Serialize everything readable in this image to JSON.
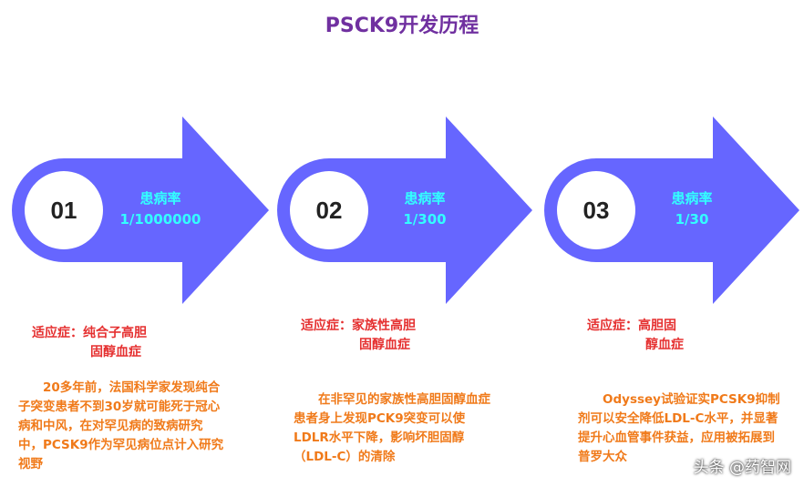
{
  "title": "PSCK9开发历程",
  "steps": [
    {
      "number": "01",
      "rate_label": "患病率",
      "rate_value": "1/1000000",
      "indication_label": "适应症：",
      "indication_line1": "纯合子高胆",
      "indication_line2": "固醇血症",
      "description": "20多年前，法国科学家发现纯合子突变患者不到30岁就可能死于冠心病和中风，在对罕见病的致病研究中，PCSK9作为罕见病位点计入研究视野"
    },
    {
      "number": "02",
      "rate_label": "患病率",
      "rate_value": "1/300",
      "indication_label": "适应症：",
      "indication_line1": "家族性高胆",
      "indication_line2": "固醇血症",
      "description": "在非罕见的家族性高胆固醇血症患者身上发现PCK9突变可以使LDLR水平下降，影响坏胆固醇（LDL-C）的清除"
    },
    {
      "number": "03",
      "rate_label": "患病率",
      "rate_value": "1/30",
      "indication_label": "适应症：",
      "indication_line1": "高胆固",
      "indication_line2": "醇血症",
      "description": "Odyssey试验证实PCSK9抑制剂可以安全降低LDL-C水平，并显著提升心血管事件获益，应用被拓展到普罗大众"
    }
  ],
  "watermark": "头条 @药智网",
  "colors": {
    "title": "#7030a0",
    "arrow": "#6666ff",
    "rate_text": "#33ffff",
    "indication": "#e53030",
    "description": "#f07a1a",
    "circle_fill": "#ffffff"
  }
}
